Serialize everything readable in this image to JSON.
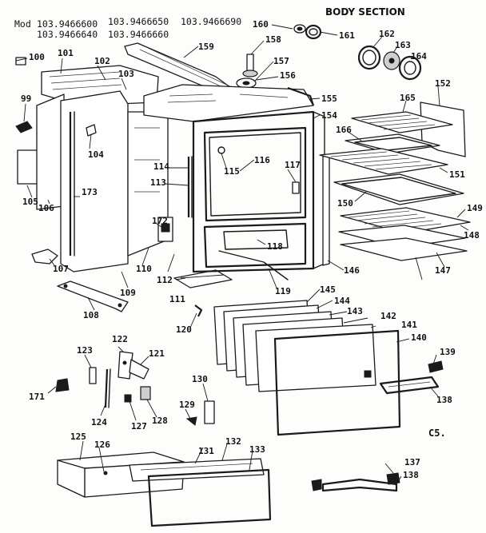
{
  "header": {
    "mod_prefix": "Mod",
    "models_row1": [
      "103.9466600",
      "103.9466650",
      "103.9466690"
    ],
    "models_row2": [
      "103.9466640",
      "103.9466660"
    ]
  },
  "section_title": "BODY SECTION",
  "caption": "C5.",
  "parts": [
    {
      "id": "100",
      "label": "100"
    },
    {
      "id": "101",
      "label": "101"
    },
    {
      "id": "102",
      "label": "102"
    },
    {
      "id": "103",
      "label": "103"
    },
    {
      "id": "99",
      "label": "99"
    },
    {
      "id": "104",
      "label": "104"
    },
    {
      "id": "105",
      "label": "105"
    },
    {
      "id": "106",
      "label": "106"
    },
    {
      "id": "173",
      "label": "173"
    },
    {
      "id": "107",
      "label": "107"
    },
    {
      "id": "109",
      "label": "109"
    },
    {
      "id": "108",
      "label": "108"
    },
    {
      "id": "110",
      "label": "110"
    },
    {
      "id": "111",
      "label": "111"
    },
    {
      "id": "112",
      "label": "112"
    },
    {
      "id": "113",
      "label": "113"
    },
    {
      "id": "114",
      "label": "114"
    },
    {
      "id": "172",
      "label": "172"
    },
    {
      "id": "115",
      "label": "115"
    },
    {
      "id": "116",
      "label": "116"
    },
    {
      "id": "117",
      "label": "117"
    },
    {
      "id": "118",
      "label": "118"
    },
    {
      "id": "119",
      "label": "119"
    },
    {
      "id": "120",
      "label": "120"
    },
    {
      "id": "154",
      "label": "154"
    },
    {
      "id": "155",
      "label": "155"
    },
    {
      "id": "156",
      "label": "156"
    },
    {
      "id": "157",
      "label": "157"
    },
    {
      "id": "158",
      "label": "158"
    },
    {
      "id": "159",
      "label": "159"
    },
    {
      "id": "160",
      "label": "160"
    },
    {
      "id": "161",
      "label": "161"
    },
    {
      "id": "162",
      "label": "162"
    },
    {
      "id": "163",
      "label": "163"
    },
    {
      "id": "164",
      "label": "164"
    },
    {
      "id": "165",
      "label": "165"
    },
    {
      "id": "152",
      "label": "152"
    },
    {
      "id": "166",
      "label": "166"
    },
    {
      "id": "151",
      "label": "151"
    },
    {
      "id": "150",
      "label": "150"
    },
    {
      "id": "149",
      "label": "149"
    },
    {
      "id": "148",
      "label": "148"
    },
    {
      "id": "147",
      "label": "147"
    },
    {
      "id": "146",
      "label": "146"
    },
    {
      "id": "145",
      "label": "145"
    },
    {
      "id": "144",
      "label": "144"
    },
    {
      "id": "143",
      "label": "143"
    },
    {
      "id": "142",
      "label": "142"
    },
    {
      "id": "141",
      "label": "141"
    },
    {
      "id": "140",
      "label": "140"
    },
    {
      "id": "139",
      "label": "139"
    },
    {
      "id": "138a",
      "label": "138"
    },
    {
      "id": "122",
      "label": "122"
    },
    {
      "id": "121",
      "label": "121"
    },
    {
      "id": "123",
      "label": "123"
    },
    {
      "id": "171",
      "label": "171"
    },
    {
      "id": "124",
      "label": "124"
    },
    {
      "id": "127",
      "label": "127"
    },
    {
      "id": "128",
      "label": "128"
    },
    {
      "id": "129",
      "label": "129"
    },
    {
      "id": "130",
      "label": "130"
    },
    {
      "id": "125",
      "label": "125"
    },
    {
      "id": "126",
      "label": "126"
    },
    {
      "id": "131",
      "label": "131"
    },
    {
      "id": "132",
      "label": "132"
    },
    {
      "id": "133",
      "label": "133"
    },
    {
      "id": "137",
      "label": "137"
    },
    {
      "id": "138b",
      "label": "138"
    }
  ]
}
